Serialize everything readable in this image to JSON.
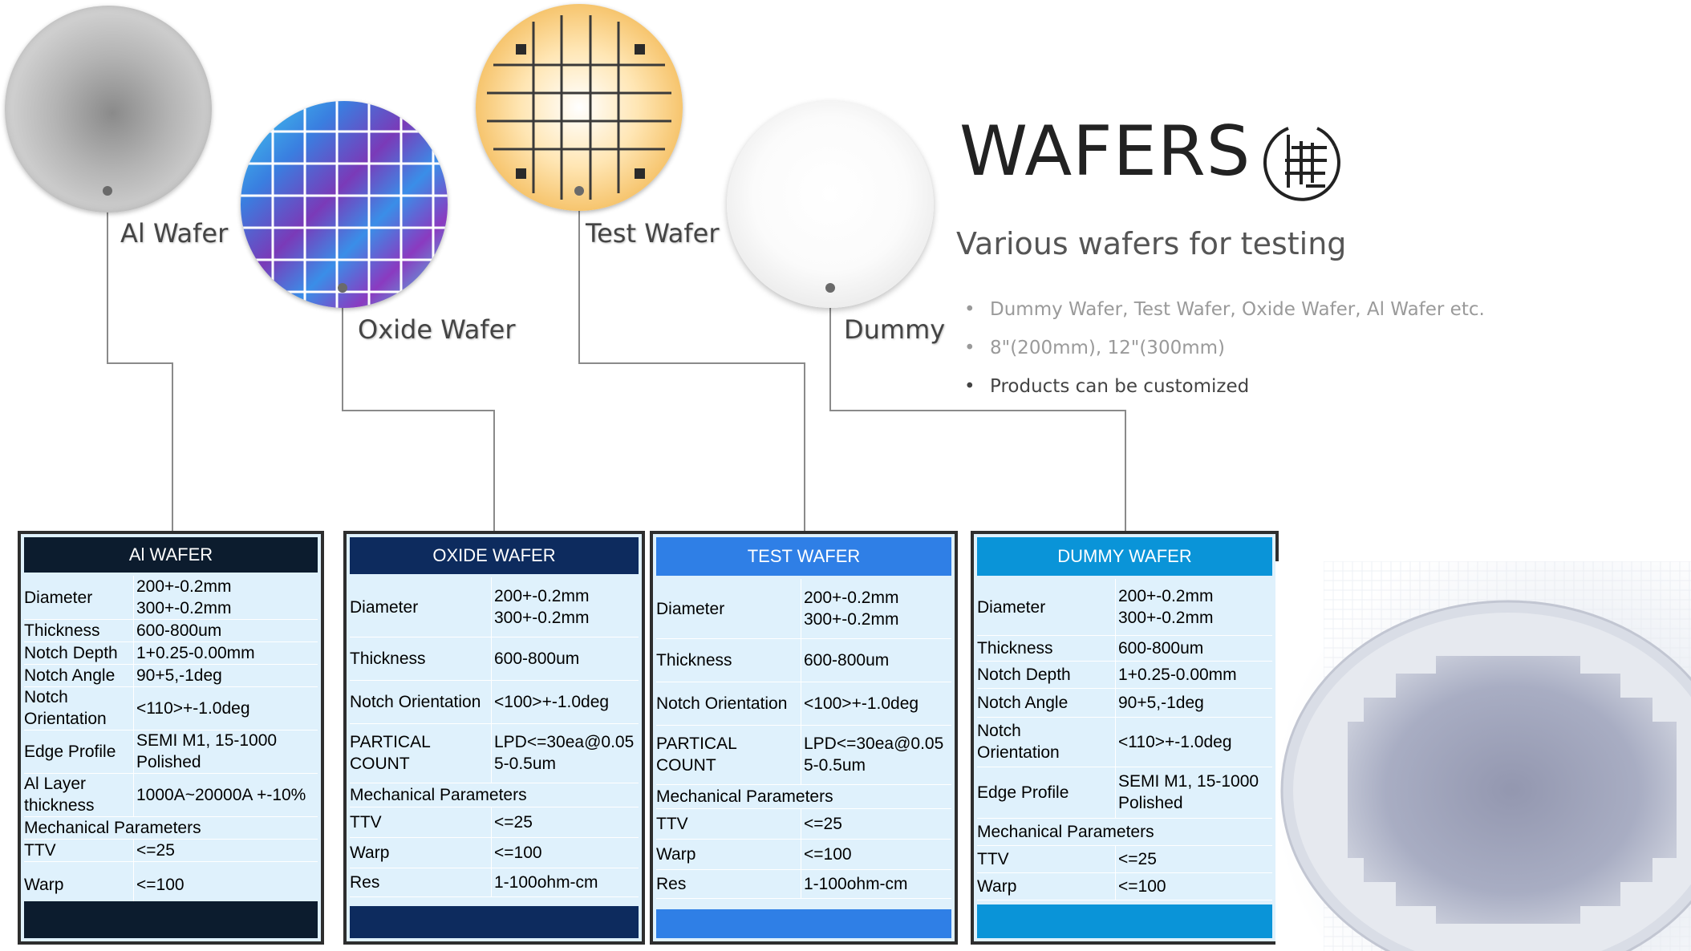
{
  "header": {
    "title": "WAFERS",
    "subtitle": "Various wafers for testing",
    "bullets": [
      "Dummy Wafer, Test Wafer, Oxide Wafer, Al Wafer etc.",
      "8\"(200mm), 12\"(300mm)",
      "Products can be customized"
    ]
  },
  "wafer_labels": {
    "al": "Al Wafer",
    "oxide": "Oxide Wafer",
    "test": "Test Wafer",
    "dummy": "Dummy"
  },
  "cards": {
    "al": {
      "title": "Al WAFER",
      "head_color": "#0c1c2e",
      "rows": [
        {
          "k": "Diameter",
          "v": "200+-0.2mm\n300+-0.2mm"
        },
        {
          "k": "Thickness",
          "v": "600-800um"
        },
        {
          "k": "Notch Depth",
          "v": "1+0.25-0.00mm"
        },
        {
          "k": "Notch Angle",
          "v": "90+5,-1deg"
        },
        {
          "k": " Notch\nOrientation",
          "v": "<110>+-1.0deg"
        },
        {
          "k": "Edge Profile",
          "v": "SEMI M1, 15-1000\nPolished"
        },
        {
          "k": "Al Layer\nthickness",
          "v": "1000A~20000A +-10%"
        },
        {
          "k": "Mechanical Parameters",
          "v": ""
        },
        {
          "k": " TTV",
          "v": "<=25"
        },
        {
          "k": "Warp",
          "v": "<=100"
        }
      ]
    },
    "oxide": {
      "title": "OXIDE  WAFER",
      "head_color": "#0d2b5e",
      "rows": [
        {
          "k": "Diameter",
          "v": "200+-0.2mm\n300+-0.2mm"
        },
        {
          "k": "Thickness",
          "v": "600-800um"
        },
        {
          "k": "Notch Orientation",
          "v": "<100>+-1.0deg"
        },
        {
          "k": "PARTICAL\nCOUNT",
          "v": "LPD<=30ea@0.05\n5-0.5um"
        },
        {
          "k": "Mechanical Parameters",
          "v": ""
        },
        {
          "k": "TTV",
          "v": "<=25"
        },
        {
          "k": "Warp",
          "v": "<=100"
        },
        {
          "k": "Res",
          "v": "1-100ohm-cm"
        }
      ]
    },
    "test": {
      "title": "TEST  WAFER",
      "head_color": "#2f7fe6",
      "rows": [
        {
          "k": "Diameter",
          "v": "200+-0.2mm\n300+-0.2mm"
        },
        {
          "k": "Thickness",
          "v": "600-800um"
        },
        {
          "k": "Notch Orientation",
          "v": "<100>+-1.0deg"
        },
        {
          "k": "PARTICAL\nCOUNT",
          "v": "LPD<=30ea@0.05\n5-0.5um"
        },
        {
          "k": "Mechanical Parameters",
          "v": ""
        },
        {
          "k": "TTV",
          "v": "<=25"
        },
        {
          "k": "Warp",
          "v": "<=100"
        },
        {
          "k": "Res",
          "v": "1-100ohm-cm"
        }
      ]
    },
    "dummy": {
      "title": "DUMMY  WAFER",
      "head_color": "#0a94d8",
      "rows": [
        {
          "k": "Diameter",
          "v": "200+-0.2mm\n300+-0.2mm"
        },
        {
          "k": "Thickness",
          "v": "600-800um"
        },
        {
          "k": "Notch Depth",
          "v": "1+0.25-0.00mm"
        },
        {
          "k": "Notch Angle",
          "v": "90+5,-1deg"
        },
        {
          "k": "Notch\nOrientation",
          "v": "<110>+-1.0deg"
        },
        {
          "k": "Edge Profile",
          "v": "SEMI M1, 15-1000\nPolished"
        },
        {
          "k": "Mechanical Parameters",
          "v": ""
        },
        {
          "k": "TTV",
          "v": "<=25"
        },
        {
          "k": " Warp",
          "v": "<=100"
        }
      ]
    }
  }
}
